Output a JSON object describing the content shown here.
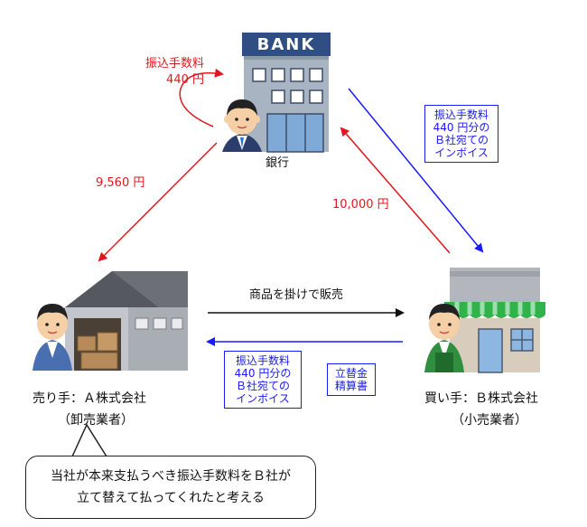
{
  "bank": {
    "sign": "BANK",
    "label": "銀行",
    "fee_label": "振込手数料",
    "fee_amount": "440 円"
  },
  "seller": {
    "title": "売り手：Ａ株式会社",
    "subtitle": "（卸売業者）"
  },
  "buyer": {
    "title": "買い手：Ｂ株式会社",
    "subtitle": "（小売業者）"
  },
  "flows": {
    "bank_to_seller_amount": "9,560 円",
    "buyer_to_bank_amount": "10,000 円",
    "seller_to_buyer_label": "商品を掛けで販売"
  },
  "invoice_bank": {
    "line1": "振込手数料",
    "line2": "440 円分の",
    "line3": "Ｂ社宛ての",
    "line4": "インボイス"
  },
  "invoice_seller": {
    "line1": "振込手数料",
    "line2": "440 円分の",
    "line3": "Ｂ社宛ての",
    "line4": "インボイス"
  },
  "settlement": {
    "line1": "立替金",
    "line2": "精算書"
  },
  "speech": {
    "line1": "当社が本来支払うべき振込手数料をＢ社が",
    "line2": "立て替えて払ってくれたと考える"
  },
  "colors": {
    "red": "#e0181e",
    "blue": "#1a1aff",
    "black": "#111111"
  }
}
